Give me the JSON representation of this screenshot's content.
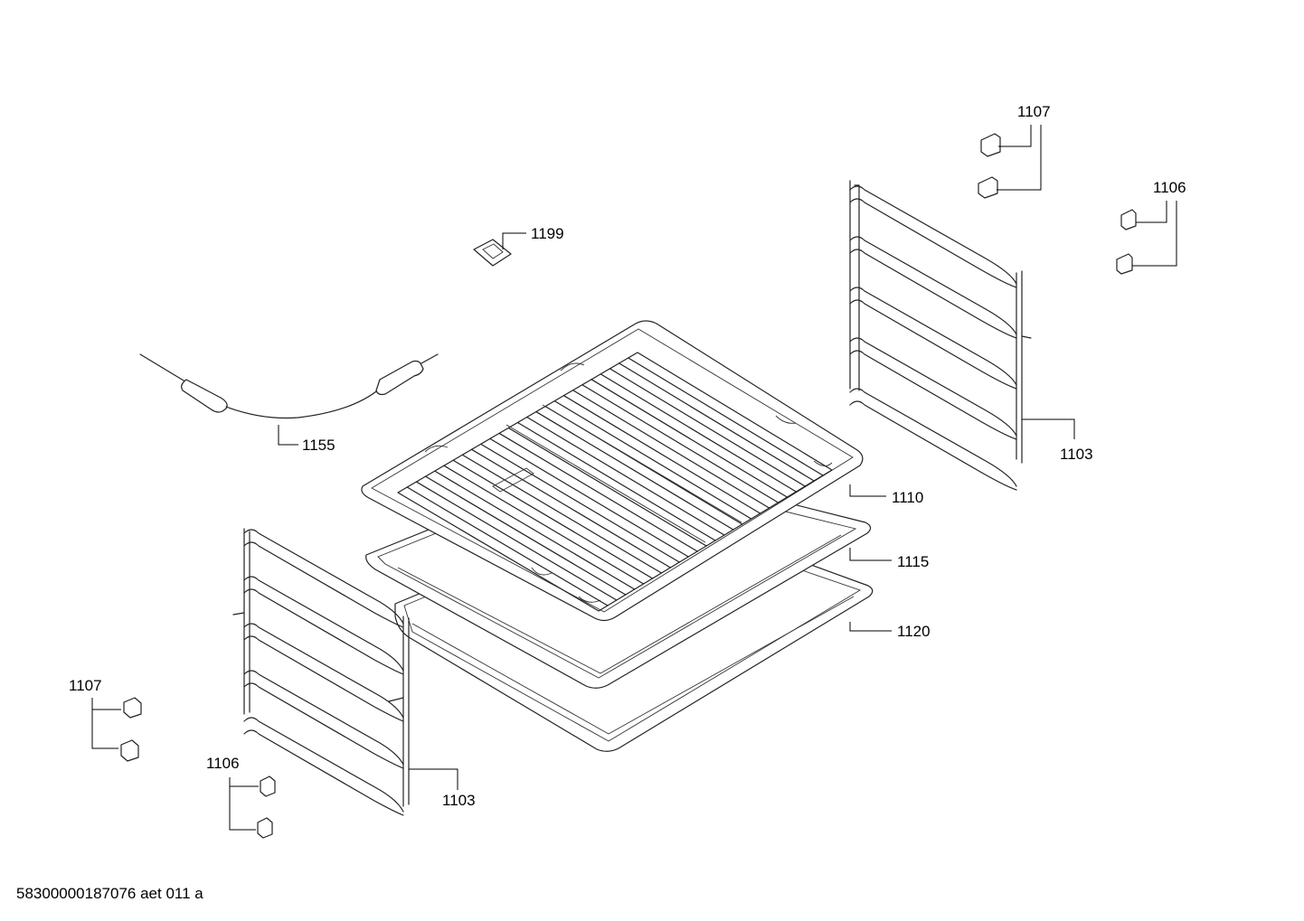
{
  "document_id": "58300000187076 aet 011 a",
  "callouts": {
    "c1107_top": "1107",
    "c1106_top": "1106",
    "c1199": "1199",
    "c1155": "1155",
    "c1103_right": "1103",
    "c1110": "1110",
    "c1115": "1115",
    "c1120": "1120",
    "c1107_bottom": "1107",
    "c1106_bottom": "1106",
    "c1103_left": "1103"
  }
}
